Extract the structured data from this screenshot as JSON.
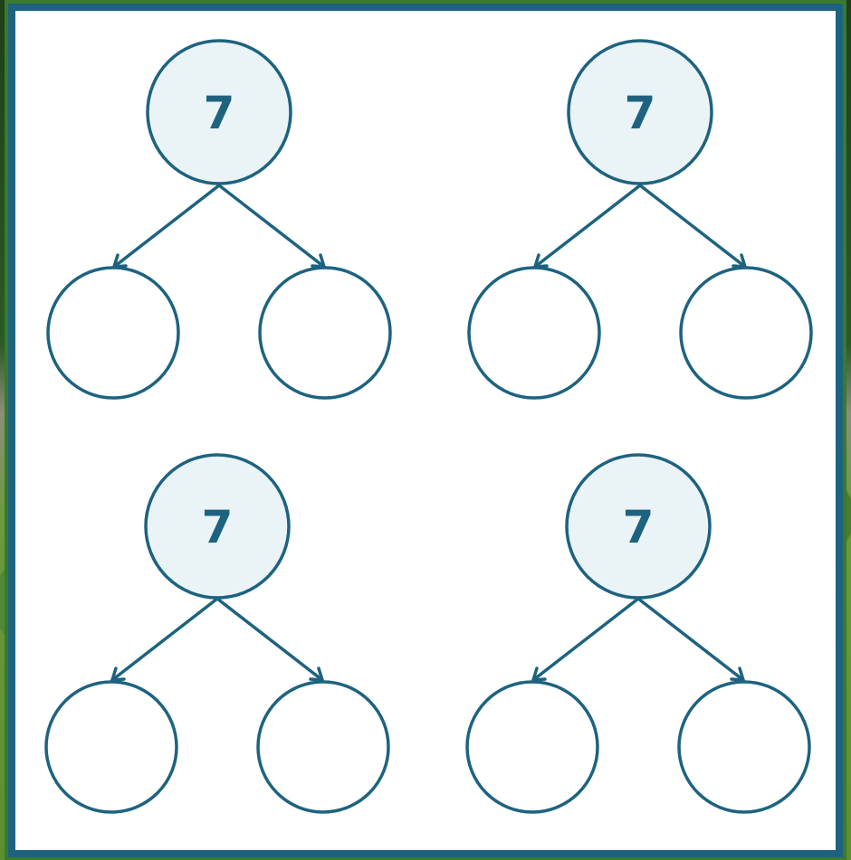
{
  "bonds": [
    {
      "whole": "7",
      "parts": [
        "",
        ""
      ]
    },
    {
      "whole": "7",
      "parts": [
        "",
        ""
      ]
    },
    {
      "whole": "7",
      "parts": [
        "",
        ""
      ]
    },
    {
      "whole": "7",
      "parts": [
        "",
        ""
      ]
    }
  ],
  "colors": {
    "accent": "#1d6380",
    "whole_fill": "#eaf3f6",
    "part_fill": "#ffffff",
    "board_bg": "#ffffff"
  }
}
